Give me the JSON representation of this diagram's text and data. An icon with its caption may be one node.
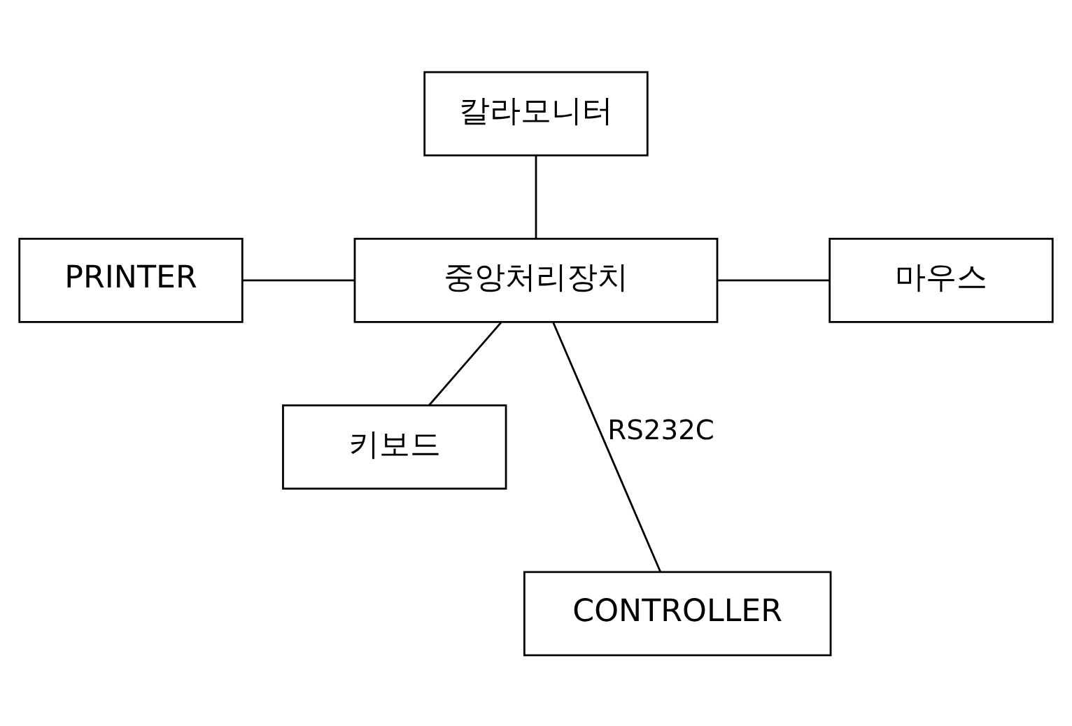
{
  "diagram": {
    "nodes": [
      {
        "text": [
          "칼라모니터"
        ]
      },
      {
        "text": [
          "PRINTER"
        ]
      },
      {
        "text": [
          "중앙처리장치"
        ]
      },
      {
        "text": [
          "마우스"
        ]
      },
      {
        "text": [
          "키보드"
        ]
      },
      {
        "text": [
          "CONTROLLER"
        ]
      }
    ],
    "edges": [
      {
        "from": 0,
        "to": 2,
        "arrow": "none"
      },
      {
        "from": 1,
        "to": 2,
        "arrow": "none"
      },
      {
        "from": 2,
        "to": 3,
        "arrow": "none"
      },
      {
        "from": 2,
        "to": 4,
        "arrow": "none"
      },
      {
        "from": 2,
        "to": 5,
        "arrow": "none",
        "label": "RS232C"
      }
    ]
  }
}
